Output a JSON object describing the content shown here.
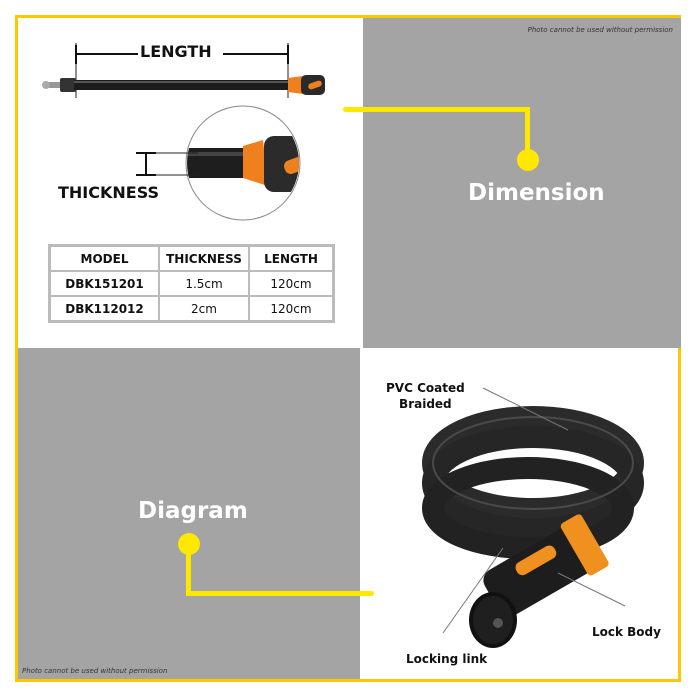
{
  "watermark": "Photo cannot be used without permission",
  "dimension_section": {
    "title": "Dimension",
    "length_label": "LENGTH",
    "thickness_label": "THICKNESS",
    "table": {
      "headers": [
        "MODEL",
        "THICKNESS",
        "LENGTH"
      ],
      "rows": [
        {
          "model": "DBK151201",
          "thickness": "1.5cm",
          "length": "120cm"
        },
        {
          "model": "DBK112012",
          "thickness": "2cm",
          "length": "120cm"
        }
      ]
    }
  },
  "diagram_section": {
    "title": "Diagram",
    "callouts": {
      "pvc_line1": "PVC Coated",
      "pvc_line2": "Braided",
      "lock_body": "Lock Body",
      "locking_link": "Locking link"
    }
  },
  "colors": {
    "frame": "#fcc800",
    "accent_line": "#ffe800",
    "panel_gray": "#a5a4a5",
    "cable_orange": "#f0801e"
  }
}
